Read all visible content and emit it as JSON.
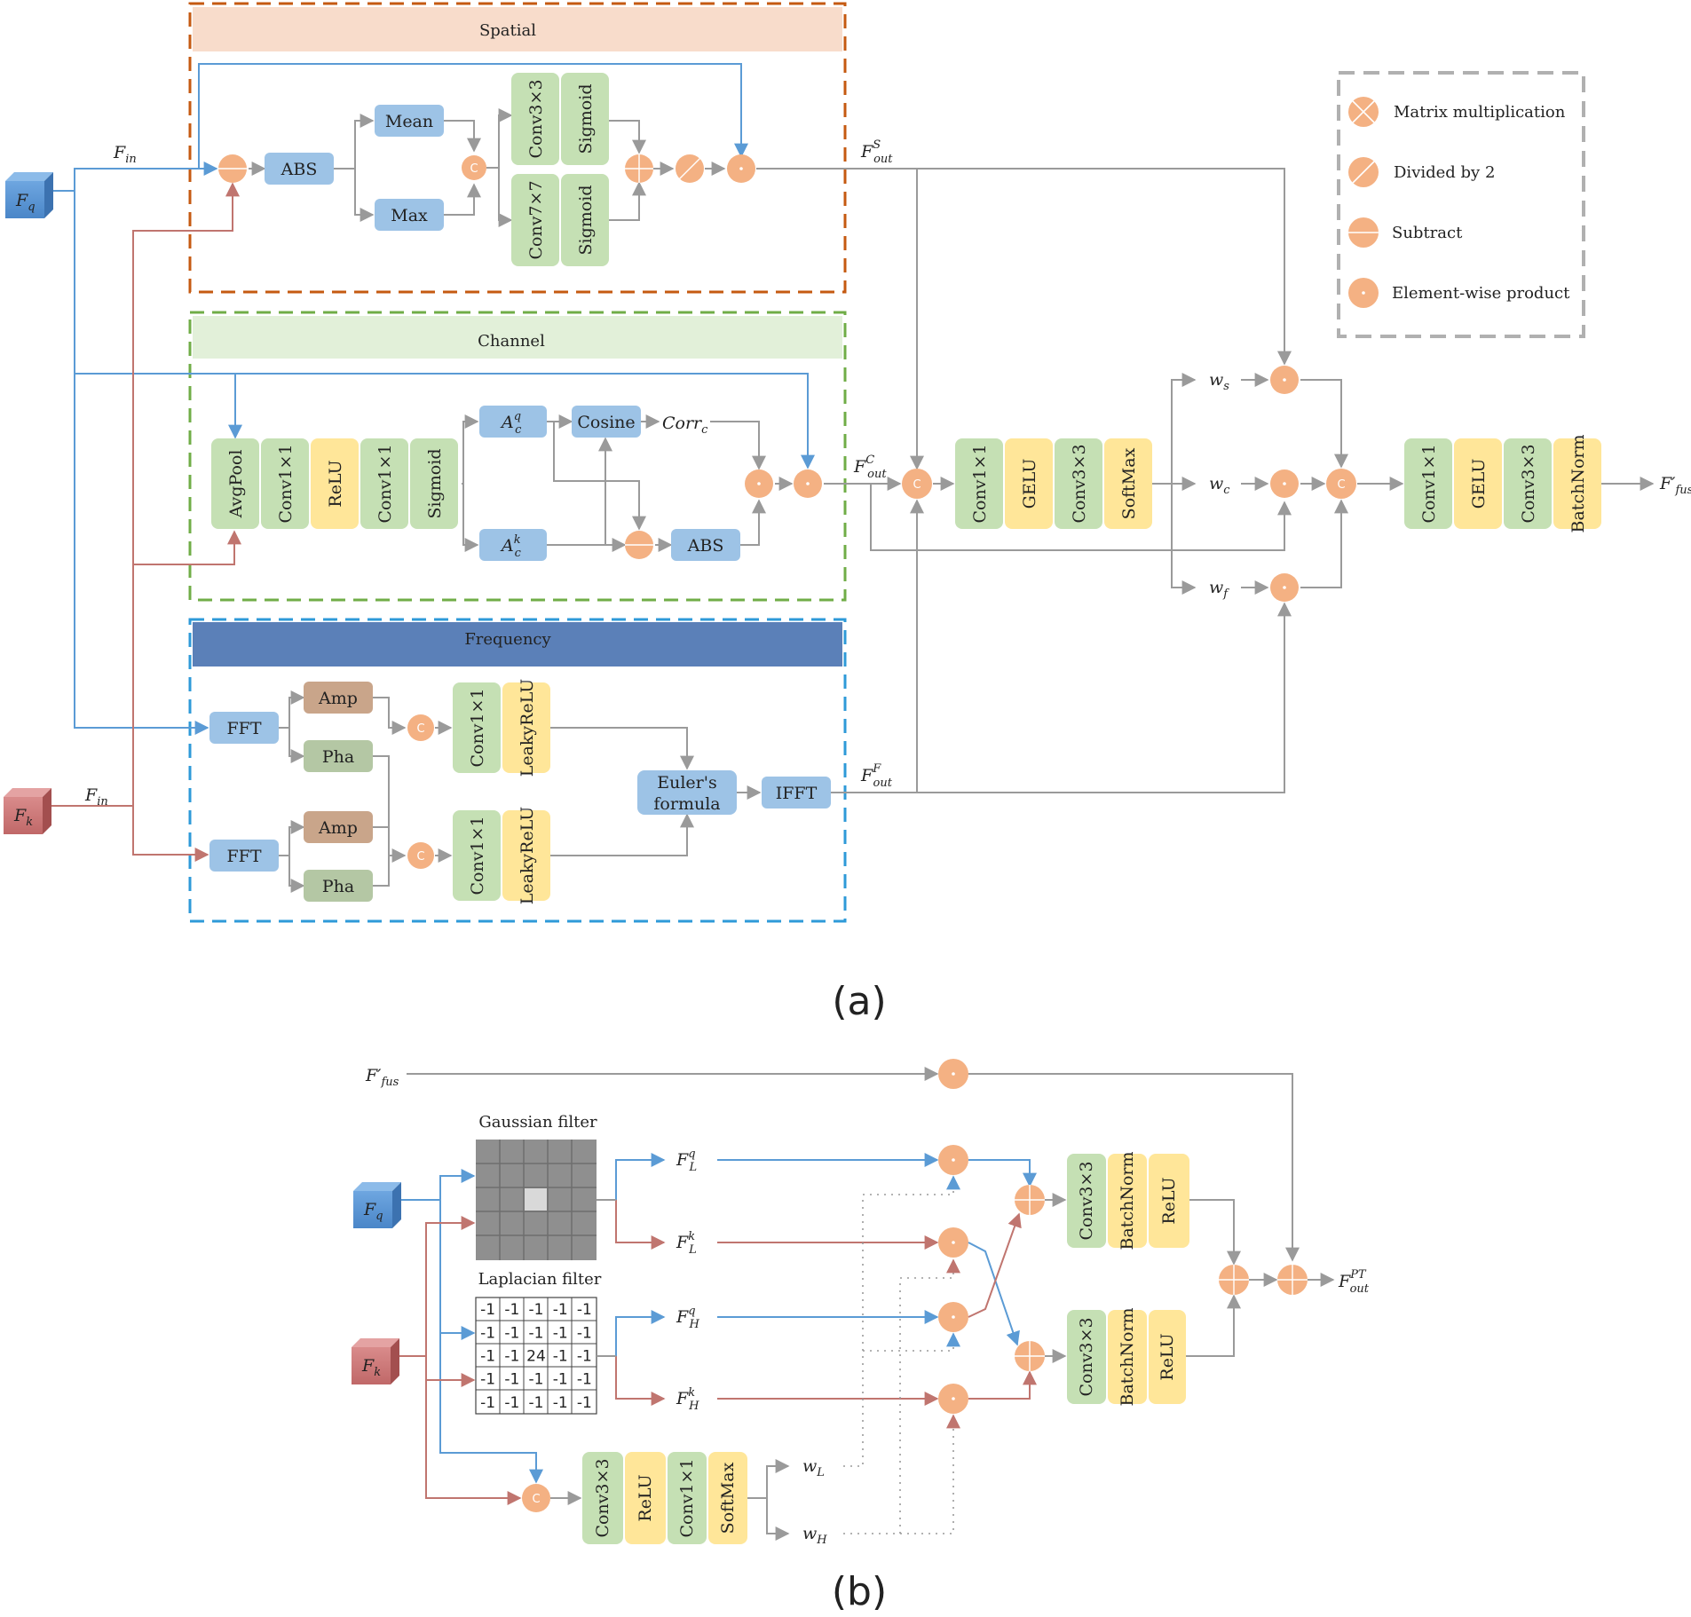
{
  "panel_a": {
    "spatial": {
      "title": "Spatial",
      "abs": "ABS",
      "mean": "Mean",
      "max": "Max",
      "conv3": "Conv3×3",
      "conv7": "Conv7×7",
      "sigmoid": "Sigmoid",
      "concat": "C",
      "out_base": "F",
      "out_sup": "S",
      "out_sub": "out"
    },
    "channel": {
      "title": "Channel",
      "avgpool": "AvgPool",
      "conv1": "Conv1×1",
      "relu": "ReLU",
      "sigmoid": "Sigmoid",
      "aq_base": "A",
      "aq_sup": "q",
      "aq_sub": "c",
      "ak_base": "A",
      "ak_sup": "k",
      "ak_sub": "c",
      "cosine": "Cosine",
      "abs": "ABS",
      "corr_base": "Corr",
      "corr_sub": "c",
      "out_base": "F",
      "out_sup": "C",
      "out_sub": "out"
    },
    "frequency": {
      "title": "Frequency",
      "fft": "FFT",
      "amp": "Amp",
      "pha": "Pha",
      "conv1": "Conv1×1",
      "leakyrelu": "LeakyReLU",
      "euler_line1": "Euler's",
      "euler_line2": "formula",
      "ifft": "IFFT",
      "concat": "C",
      "out_base": "F",
      "out_sup": "F",
      "out_sub": "out"
    },
    "inputs": {
      "fq_base": "F",
      "fq_sub": "q",
      "fk_base": "F",
      "fk_sub": "k",
      "fin_base": "F",
      "fin_sub": "in"
    },
    "fusion": {
      "concat": "C",
      "conv1": "Conv1×1",
      "gelu": "GELU",
      "conv3": "Conv3×3",
      "softmax": "SoftMax",
      "batchnorm": "BatchNorm",
      "ws_base": "w",
      "ws_sub": "s",
      "wc_base": "w",
      "wc_sub": "c",
      "wf_base": "w",
      "wf_sub": "f",
      "out_base": "F′",
      "out_sub": "fus"
    },
    "legend": {
      "items": [
        {
          "icon": "matrix-multiplication-icon",
          "label": "Matrix multiplication"
        },
        {
          "icon": "divided-by-2-icon",
          "label": "Divided by 2"
        },
        {
          "icon": "subtract-icon",
          "label": "Subtract"
        },
        {
          "icon": "element-wise-product-icon",
          "label": "Element-wise product"
        }
      ]
    },
    "caption": "(a)"
  },
  "panel_b": {
    "in_fus_base": "F′",
    "in_fus_sub": "fus",
    "fq_base": "F",
    "fq_sub": "q",
    "fk_base": "F",
    "fk_sub": "k",
    "gaussian_title": "Gaussian filter",
    "laplacian_title": "Laplacian filter",
    "laplacian_grid": [
      [
        "-1",
        "-1",
        "-1",
        "-1",
        "-1"
      ],
      [
        "-1",
        "-1",
        "-1",
        "-1",
        "-1"
      ],
      [
        "-1",
        "-1",
        "24",
        "-1",
        "-1"
      ],
      [
        "-1",
        "-1",
        "-1",
        "-1",
        "-1"
      ],
      [
        "-1",
        "-1",
        "-1",
        "-1",
        "-1"
      ]
    ],
    "flq_base": "F",
    "flq_sup": "q",
    "flq_sub": "L",
    "flk_base": "F",
    "flk_sup": "k",
    "flk_sub": "L",
    "fhq_base": "F",
    "fhq_sup": "q",
    "fhq_sub": "H",
    "fhk_base": "F",
    "fhk_sup": "k",
    "fhk_sub": "H",
    "concat": "C",
    "conv3": "Conv3×3",
    "relu": "ReLU",
    "conv1": "Conv1×1",
    "softmax": "SoftMax",
    "batchnorm": "BatchNorm",
    "wl_base": "w",
    "wl_sub": "L",
    "wh_base": "w",
    "wh_sub": "H",
    "out_base": "F",
    "out_sup": "PT",
    "out_sub": "out",
    "caption": "(b)"
  },
  "colors": {
    "blue_block": "#9dc3e6",
    "green_block": "#c5e0b4",
    "yellow_block": "#ffe699",
    "brown_block": "#c9a58a",
    "sage_block": "#b4c7a4",
    "orange_op": "#f4b183",
    "blue_line": "#5b9bd5",
    "red_line": "#c0756f",
    "gray_line": "#9a9a9a",
    "spatial_border": "#c55a11",
    "channel_border": "#70ad47",
    "frequency_border": "#2e9ad8",
    "spatial_header": "#f8dccb",
    "channel_header": "#e2f0d9",
    "frequency_header": "#5b80b8"
  }
}
